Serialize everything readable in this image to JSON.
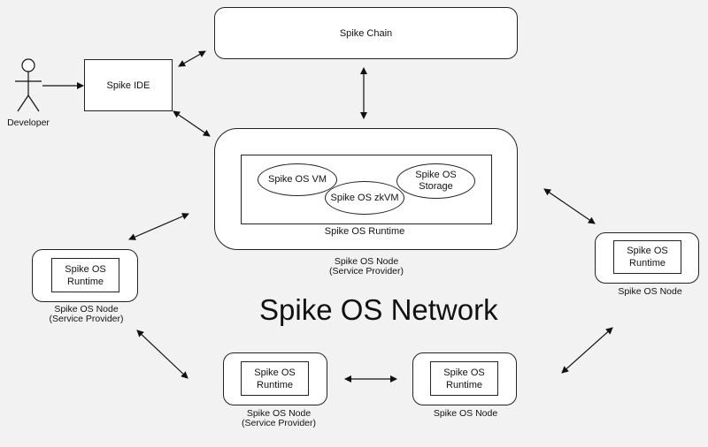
{
  "actor": {
    "label": "Developer"
  },
  "chain": {
    "label": "Spike Chain"
  },
  "ide": {
    "label": "Spike IDE"
  },
  "main_node": {
    "vm": "Spike OS VM",
    "zkvm": "Spike OS zkVM",
    "storage": "Spike OS\nStorage",
    "runtime": "Spike OS Runtime",
    "caption": "Spike OS Node\n(Service Provider)"
  },
  "left_node": {
    "runtime": "Spike OS\nRuntime",
    "caption": "Spike OS Node\n(Service Provider)"
  },
  "right_node": {
    "runtime": "Spike OS\nRuntime",
    "caption": "Spike OS Node"
  },
  "bottom_left_node": {
    "runtime": "Spike OS\nRuntime",
    "caption": "Spike OS Node\n(Service Provider)"
  },
  "bottom_right_node": {
    "runtime": "Spike OS\nRuntime",
    "caption": "Spike OS Node"
  },
  "network_title": "Spike OS Network",
  "colors": {
    "background": "#f2f2f2",
    "stroke": "#222222",
    "box_fill": "#ffffff"
  }
}
